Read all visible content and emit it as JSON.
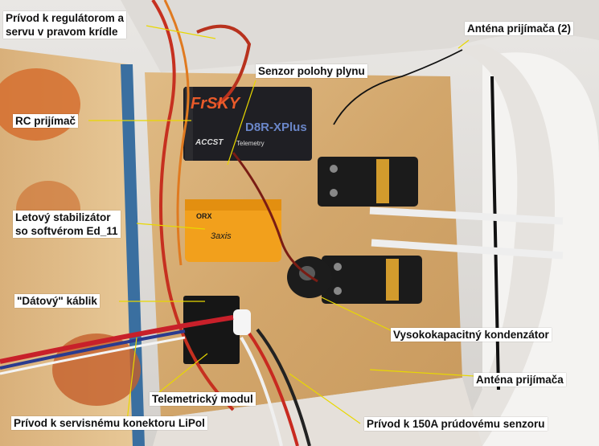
{
  "labels": {
    "servo_lead": "Prívod k regulátorom a\nservu v pravom krídle",
    "throttle_sensor": "Senzor polohy plynu",
    "antenna_2": "Anténa prijímača (2)",
    "rc_receiver": "RC prijímač",
    "stabilizer": "Letový stabilizátor\nso softvérom Ed_11",
    "data_cable": "\"Dátový\" káblik",
    "capacitor": "Vysokokapacitný kondenzátor",
    "antenna": "Anténa prijímača",
    "telemetry": "Telemetrický modul",
    "lipol_lead": "Prívod k servisnému konektoru LiPol",
    "current_sensor_lead": "Prívod k 150A prúdovému senzoru"
  },
  "receiver_markings": {
    "brand": "FrSKY",
    "model": "D8R-XPlus",
    "accst": "ACCST",
    "telemetry": "Telemetry"
  },
  "stabilizer_markings": {
    "brand": "ORX",
    "axis": "3axis"
  },
  "colors": {
    "annotation_line": "#e8d800",
    "label_bg": "#ffffff",
    "wood": "#d9b27a",
    "foam": "#f1efec",
    "receiver": "#1f1f24",
    "stabilizer": "#f2a01c"
  }
}
